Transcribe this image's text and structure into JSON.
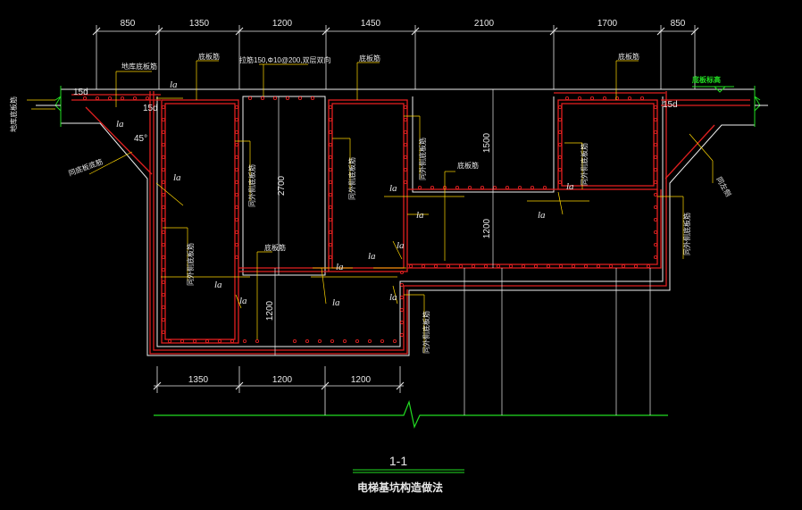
{
  "colors": {
    "background": "#000000",
    "concrete": "#f0f0f0",
    "rebar": "#e02020",
    "leader": "#ffd700",
    "dimension": "#e8e8e8",
    "ground": "#22dd22"
  },
  "top_dimensions": [
    "850",
    "1350",
    "1200",
    "1450",
    "2100",
    "1700",
    "850"
  ],
  "bottom_dimensions": [
    "1350",
    "1200",
    "1200"
  ],
  "vertical_dimensions": [
    "2700",
    "1200",
    "1500",
    "1200"
  ],
  "labels": {
    "top_left_slab": "地库底板筋",
    "left_strip": "地库底板筋",
    "floor_top_1": "底板筋",
    "stirrup": "拉筋150,Φ10@200,双层双向",
    "floor_top_2": "底板筋",
    "floor_top_3": "底板筋",
    "ground_note": "底板标高",
    "side_slope": "同底板底筋",
    "wall_a": "同外侧底板筋",
    "wall_b": "同外侧底板筋",
    "wall_c": "同外侧底板筋",
    "wall_d": "同外侧底板筋",
    "floor_mid": "底板筋",
    "floor_mid_2": "底板筋",
    "wall_e": "同外侧底板筋",
    "wall_f": "同外侧底板筋",
    "wall_g": "同外侧底板筋",
    "right_side": "同左侧",
    "bottom_wall": "同外侧底板筋"
  },
  "anchor_marks": {
    "fifteen_d": "15d",
    "la": "la",
    "angle": "45°"
  },
  "section": {
    "mark": "1-1",
    "title": "电梯基坑构造做法"
  }
}
